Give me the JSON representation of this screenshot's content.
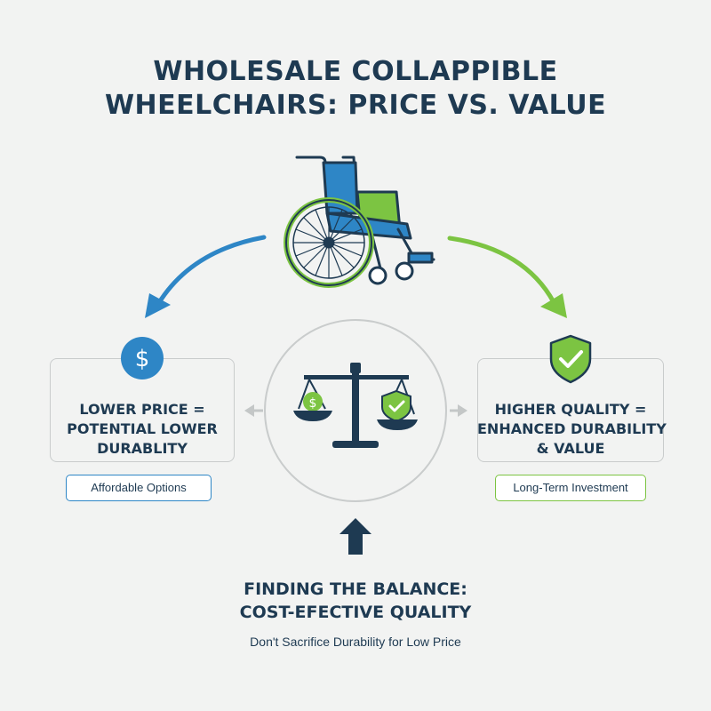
{
  "title": {
    "line1": "WHOLESALE COLLAPPIBLE",
    "line2": "WHEELCHAIRS: PRICE VS. VALUE"
  },
  "left_panel": {
    "line1": "LOWER PRICE =",
    "line2": "POTENTIAL LOWER",
    "line3": "DURABLITY",
    "badge": "Affordable Options",
    "icon": "dollar-icon"
  },
  "right_panel": {
    "line1": "HIGHER QUALITY =",
    "line2": "ENHANCED DURABILITY",
    "line3": "& VALUE",
    "badge": "Long-Term Investment",
    "icon": "shield-check-icon"
  },
  "center": {
    "icon": "balance-scale-icon",
    "dollar_glyph": "$"
  },
  "bottom": {
    "heading_line1": "FINDING THE BALANCE:",
    "heading_line2": "COST-EFECTIVE QUALITY",
    "subtext": "Don't Sacrifice Durability for Low Price"
  },
  "colors": {
    "navy": "#1e3a52",
    "blue": "#2e86c6",
    "green": "#7cc442",
    "background": "#f2f3f2"
  }
}
